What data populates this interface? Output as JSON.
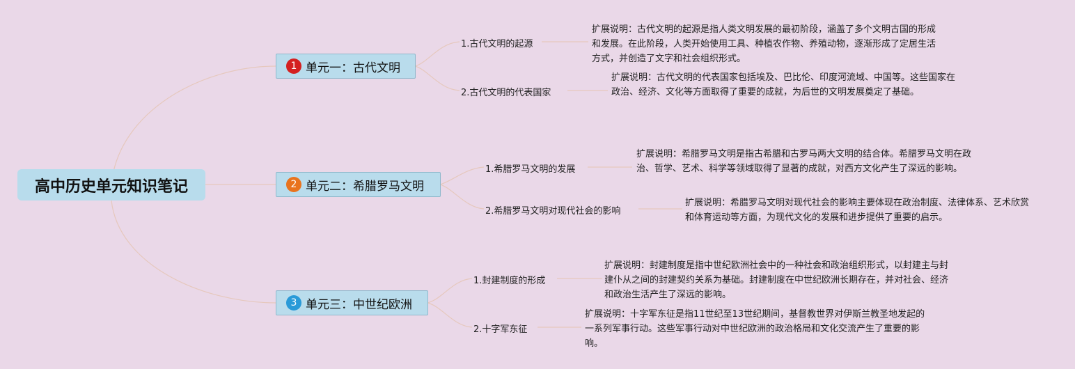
{
  "root": {
    "title": "高中历史单元知识笔记"
  },
  "units": [
    {
      "num": "1",
      "color": "#d42020",
      "title": "单元一：古代文明",
      "topics": [
        {
          "title": "1.古代文明的起源",
          "note": "扩展说明：古代文明的起源是指人类文明发展的最初阶段，涵盖了多个文明古国的形成和发展。在此阶段，人类开始使用工具、种植农作物、养殖动物，逐渐形成了定居生活方式，并创造了文字和社会组织形式。"
        },
        {
          "title": "2.古代文明的代表国家",
          "note": "扩展说明：古代文明的代表国家包括埃及、巴比伦、印度河流域、中国等。这些国家在政治、经济、文化等方面取得了重要的成就，为后世的文明发展奠定了基础。"
        }
      ]
    },
    {
      "num": "2",
      "color": "#e9731e",
      "title": "单元二：希腊罗马文明",
      "topics": [
        {
          "title": "1.希腊罗马文明的发展",
          "note": "扩展说明：希腊罗马文明是指古希腊和古罗马两大文明的结合体。希腊罗马文明在政治、哲学、艺术、科学等领域取得了显著的成就，对西方文化产生了深远的影响。"
        },
        {
          "title": "2.希腊罗马文明对现代社会的影响",
          "note": "扩展说明：希腊罗马文明对现代社会的影响主要体现在政治制度、法律体系、艺术欣赏和体育运动等方面，为现代文化的发展和进步提供了重要的启示。"
        }
      ]
    },
    {
      "num": "3",
      "color": "#2a9ad8",
      "title": "单元三：中世纪欧洲",
      "topics": [
        {
          "title": "1.封建制度的形成",
          "note": "扩展说明：封建制度是指中世纪欧洲社会中的一种社会和政治组织形式，以封建主与封建仆从之间的封建契约关系为基础。封建制度在中世纪欧洲长期存在，并对社会、经济和政治生活产生了深远的影响。"
        },
        {
          "title": "2.十字军东征",
          "note": "扩展说明：十字军东征是指11世纪至13世纪期间，基督教世界对伊斯兰教圣地发起的一系列军事行动。这些军事行动对中世纪欧洲的政治格局和文化交流产生了重要的影响。"
        }
      ]
    }
  ]
}
